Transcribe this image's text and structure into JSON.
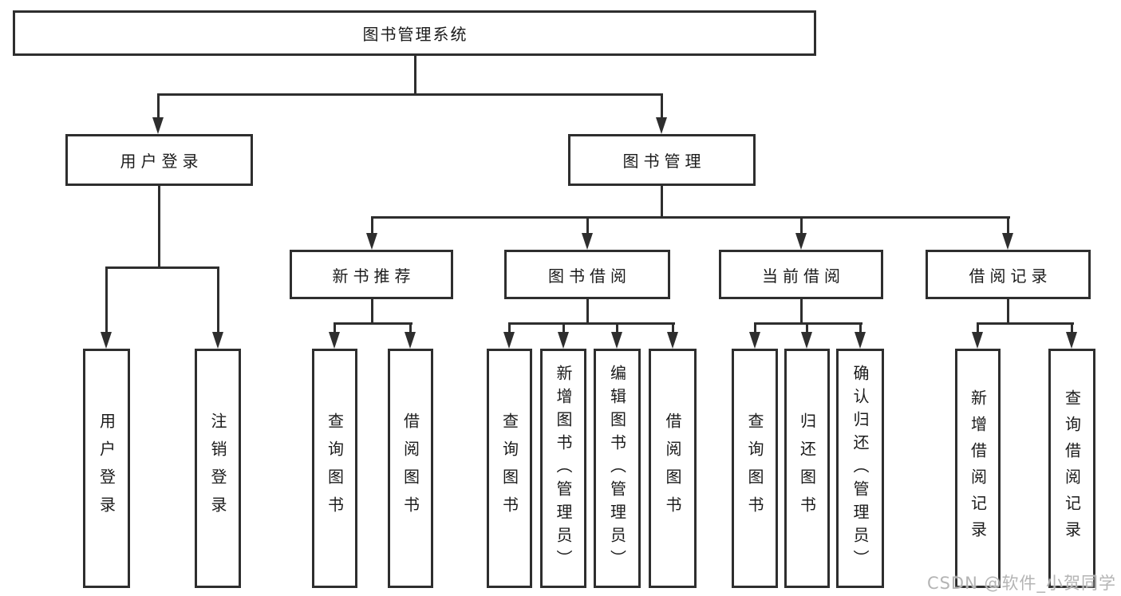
{
  "nodes": {
    "root": {
      "label": "图书管理系统"
    },
    "user": {
      "label": "用户登录",
      "children": [
        {
          "label": "用户登录"
        },
        {
          "label": "注销登录"
        }
      ]
    },
    "book": {
      "label": "图书管理",
      "groups": [
        {
          "label": "新书推荐",
          "children": [
            {
              "label": "查询图书"
            },
            {
              "label": "借阅图书"
            }
          ]
        },
        {
          "label": "图书借阅",
          "children": [
            {
              "label": "查询图书"
            },
            {
              "label": "新增图书（管理员）"
            },
            {
              "label": "编辑图书（管理员）"
            },
            {
              "label": "借阅图书"
            }
          ]
        },
        {
          "label": "当前借阅",
          "children": [
            {
              "label": "查询图书"
            },
            {
              "label": "归还图书"
            },
            {
              "label": "确认归还（管理员）"
            }
          ]
        },
        {
          "label": "借阅记录",
          "children": [
            {
              "label": "新增借阅记录"
            },
            {
              "label": "查询借阅记录"
            }
          ]
        }
      ]
    }
  },
  "watermark": {
    "text": "CSDN @软件_小贺同学"
  },
  "colors": {
    "line": "#2e2e2e",
    "text": "#1b1b1b",
    "background": "#ffffff",
    "watermark": "#b4b4b4"
  }
}
